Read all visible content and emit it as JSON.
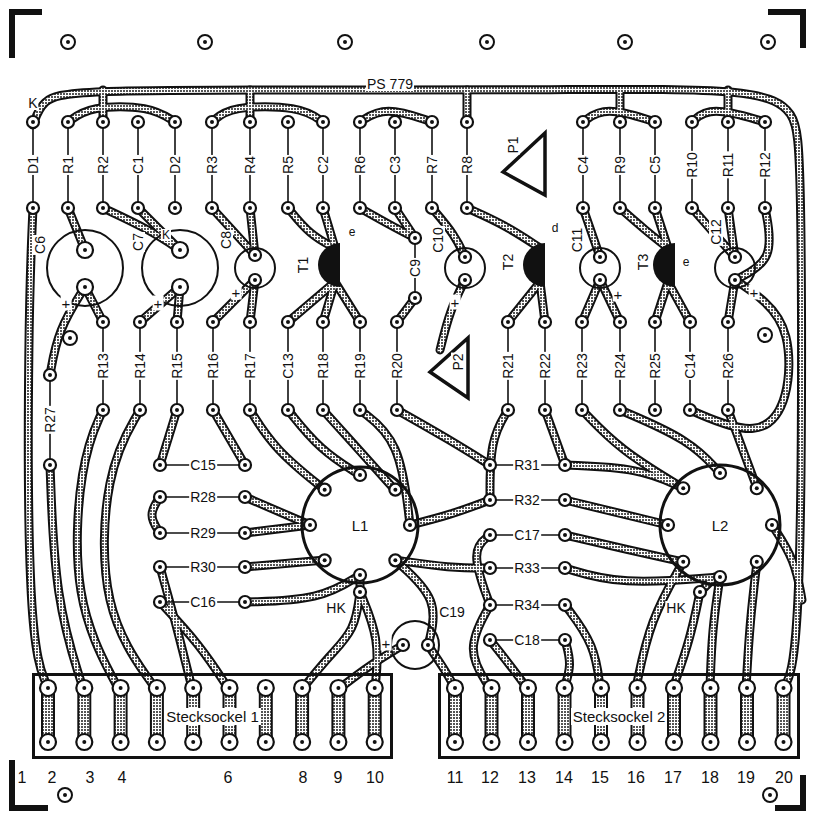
{
  "diagram": {
    "nodes": [
      {
        "text": [
          "L1"
        ]
      },
      {
        "text": [
          "L2"
        ]
      },
      {
        "text": [
          "Stecksockel 1"
        ]
      },
      {
        "text": [
          "Stecksockel 2"
        ]
      }
    ],
    "labels": [
      "PS 779",
      "K",
      "D1",
      "R1",
      "R2",
      "C1",
      "D2",
      "R3",
      "R4",
      "R5",
      "C2",
      "R6",
      "C3",
      "R7",
      "R8",
      "P1",
      "C4",
      "R9",
      "C5",
      "R10",
      "R11",
      "R12",
      "C6",
      "+",
      "C7",
      "K",
      "+",
      "C8",
      "+",
      "T1",
      "e",
      "C9",
      "C10",
      "+",
      "T2",
      "d",
      "C11",
      "+",
      "T3",
      "e",
      "C12",
      "+",
      "R13",
      "R14",
      "R15",
      "R16",
      "R17",
      "C13",
      "R18",
      "R19",
      "R20",
      "P2",
      "R21",
      "R22",
      "R23",
      "R24",
      "R25",
      "C14",
      "R26",
      "R27",
      "C15",
      "R28",
      "R29",
      "R30",
      "C16",
      "HK",
      "+",
      "C19",
      "R31",
      "R32",
      "C17",
      "R33",
      "R34",
      "C18",
      "HK",
      "1",
      "2",
      "3",
      "4",
      "6",
      "8",
      "9",
      "10",
      "11",
      "12",
      "13",
      "14",
      "15",
      "16",
      "17",
      "18",
      "19",
      "20"
    ]
  }
}
